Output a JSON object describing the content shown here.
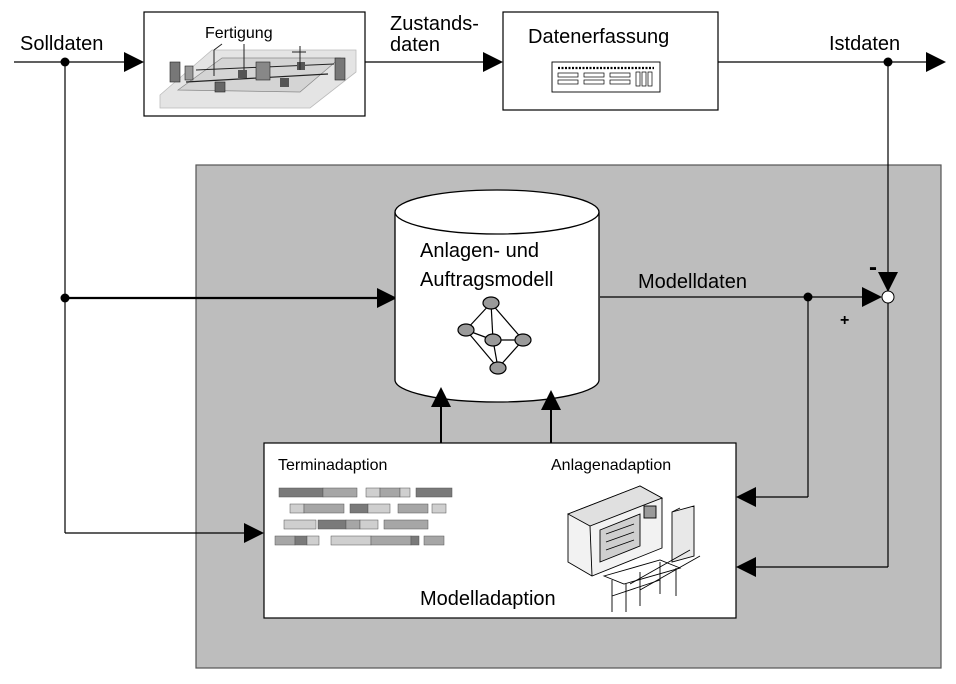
{
  "labels": {
    "solldaten": "Solldaten",
    "fertigung": "Fertigung",
    "zustandsdaten_line1": "Zustands-",
    "zustandsdaten_line2": "daten",
    "datenerfassung": "Datenerfassung",
    "istdaten": "Istdaten",
    "model_line1": "Anlagen- und",
    "model_line2": "Auftragsmodell",
    "modelldaten": "Modelldaten",
    "minus": "-",
    "plus": "+",
    "terminadaption": "Terminadaption",
    "anlagenadaption": "Anlagenadaption",
    "modelladaption": "Modelladaption"
  },
  "colors": {
    "panel": "#bdbdbd",
    "line": "#000000",
    "gantt_dark": "#7a7a7a",
    "gantt_mid": "#a6a6a6",
    "gantt_light": "#cfcfcf",
    "node": "#9a9a9a"
  },
  "icons": [
    "factory-layout-icon",
    "data-terminal-icon",
    "network-graph-icon",
    "gantt-chart-icon",
    "machine-tool-icon"
  ]
}
